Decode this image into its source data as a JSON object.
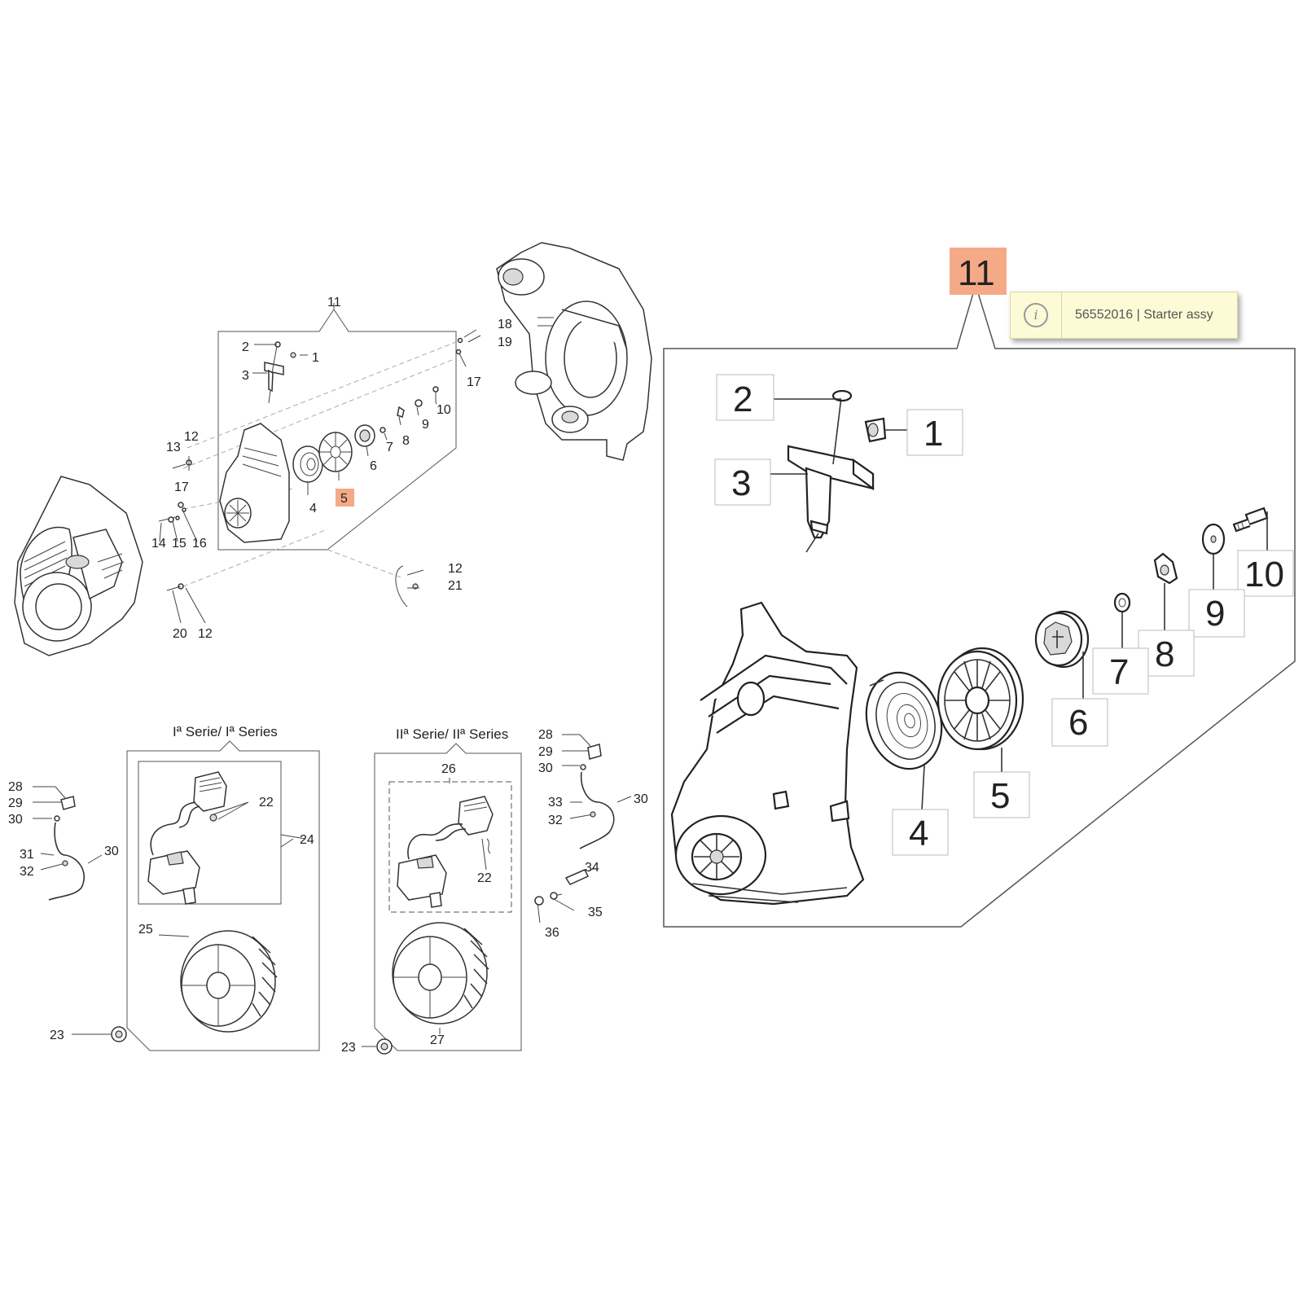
{
  "series_labels": {
    "first": "Iª Serie/ Iª Series",
    "second": "IIª Serie/ IIª Series"
  },
  "highlight": {
    "color": "#f4a987",
    "small_part": "5",
    "large_assembly": "11"
  },
  "tooltip": {
    "icon": "info-icon",
    "text": "56552016 | Starter assy"
  },
  "small_labels": {
    "p11": "11",
    "p2": "2",
    "p1": "1",
    "p3": "3",
    "p18": "18",
    "p19": "19",
    "p17a": "17",
    "p10": "10",
    "p9": "9",
    "p8": "8",
    "p7": "7",
    "p6": "6",
    "p5": "5",
    "p4": "4",
    "p13": "13",
    "p12a": "12",
    "p17b": "17",
    "p14": "14",
    "p15": "15",
    "p16": "16",
    "p12b": "12",
    "p21": "21",
    "p20": "20",
    "p12c": "12",
    "p28a": "28",
    "p29a": "29",
    "p30a": "30",
    "p31": "31",
    "p32a": "32",
    "p30b": "30",
    "p22a": "22",
    "p24": "24",
    "p25": "25",
    "p23a": "23",
    "p26": "26",
    "p22b": "22",
    "p27": "27",
    "p23b": "23",
    "p28b": "28",
    "p29b": "29",
    "p30c": "30",
    "p33": "33",
    "p30d": "30",
    "p32b": "32",
    "p34": "34",
    "p35": "35",
    "p36": "36"
  },
  "large_labels": {
    "p11": "11",
    "p2": "2",
    "p1": "1",
    "p3": "3",
    "p10": "10",
    "p9": "9",
    "p8": "8",
    "p7": "7",
    "p6": "6",
    "p5": "5",
    "p4": "4"
  }
}
